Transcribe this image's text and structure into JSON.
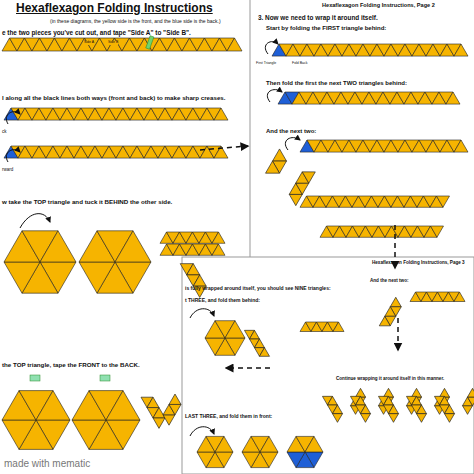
{
  "diagram": {
    "title": "Hexaflexagon Folding Instructions",
    "labels": [
      "(in these diagrams, the yellow side is the front, and the blue side is the back.)",
      "e the two pieces you've cut out, and tape \"Side A\" to \"Side B\".",
      "Side A",
      "Side B",
      "l along all the black lines both ways (front and back) to make sharp creases.",
      "ck",
      "rward",
      "w take the TOP triangle and tuck it BEHIND the other side.",
      "the TOP triangle, tape the FRONT to the BACK.",
      "Hexaflexagon Folding Instructions, Page 2",
      "3. Now we need to wrap it around itself.",
      "Start by folding the FIRST triangle behind:",
      "First Triangle",
      "Fold Back",
      "Then fold the first the next TWO triangles behind:",
      "And the next two:",
      "Hexaflexagon Folding Instructions, Page 3",
      "And the next two:",
      "is fully wrapped around itself, you should see NINE triangles:",
      "t THREE, and fold them behind:",
      "Continue wrapping it around itself in this manner.",
      "LAST THREE, and fold them in front:",
      "made with mematic"
    ]
  }
}
